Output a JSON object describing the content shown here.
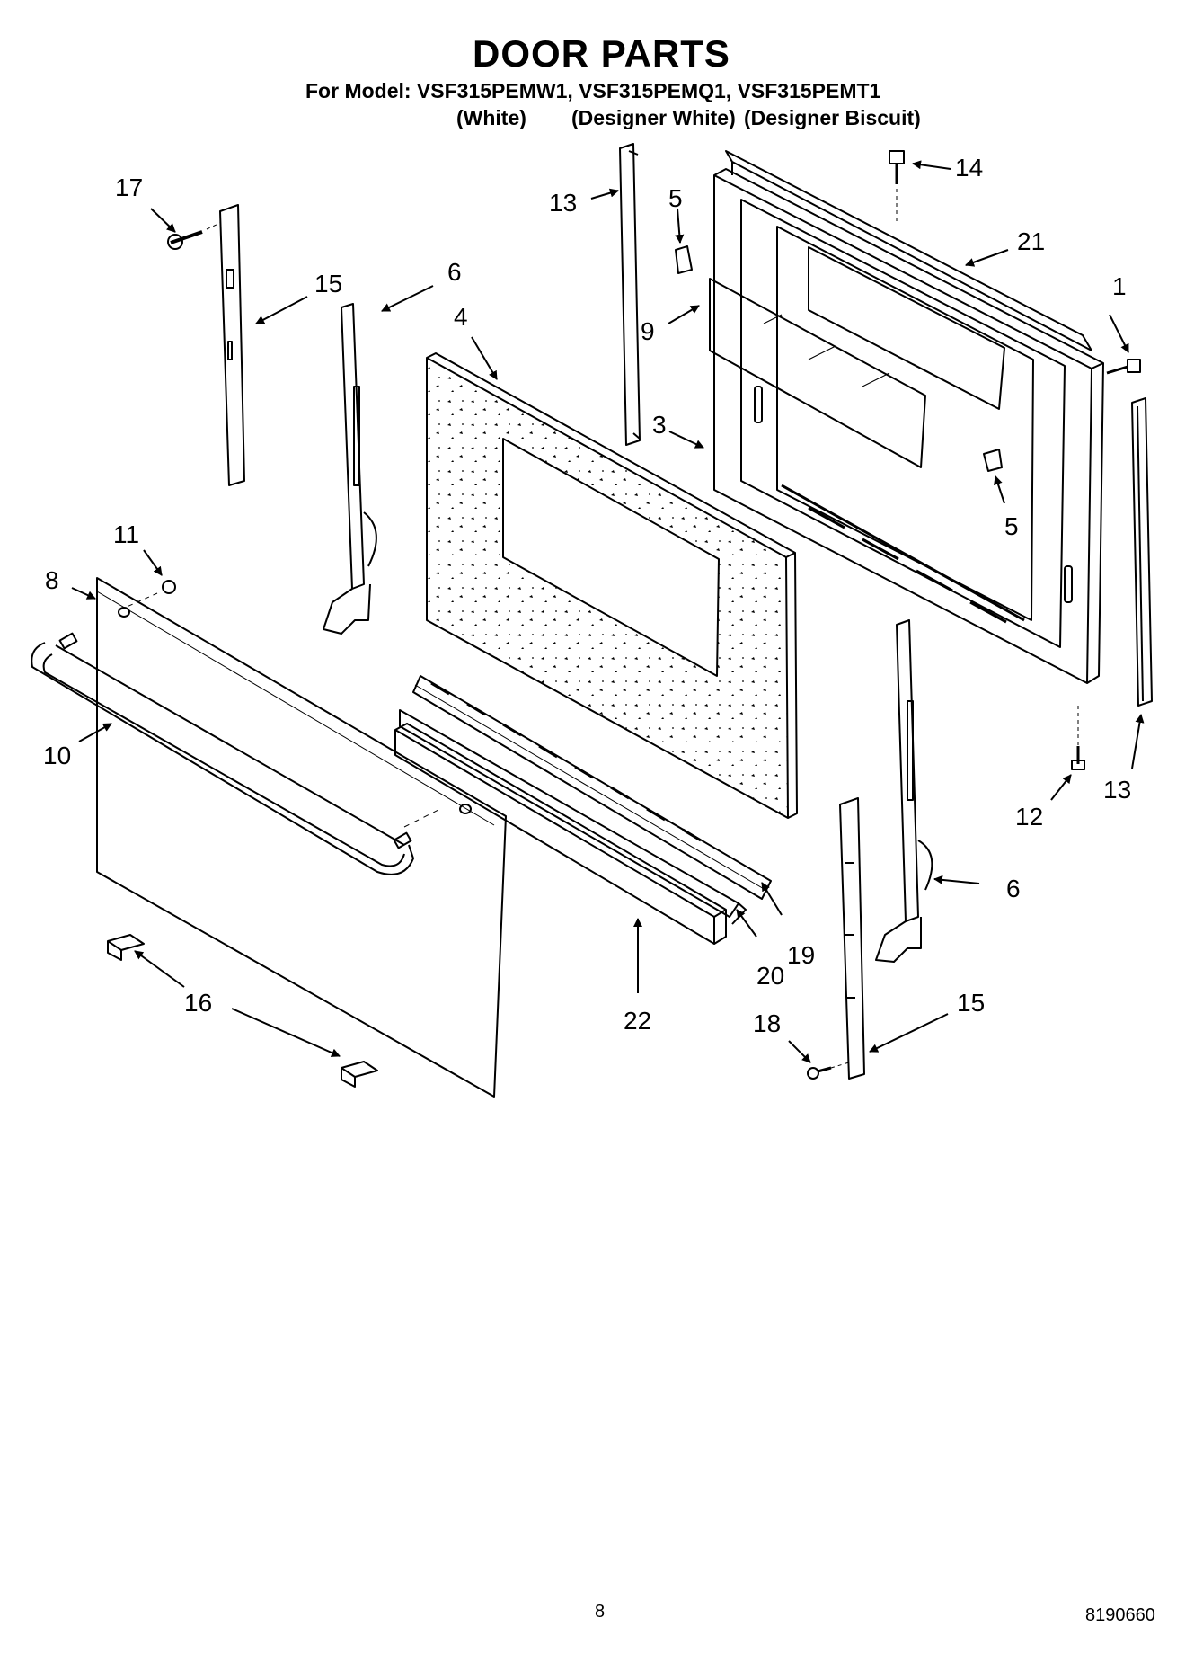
{
  "title": "DOOR PARTS",
  "model_line": "For Model: VSF315PEMW1, VSF315PEMQ1, VSF315PEMT1",
  "variants": [
    "(White)",
    "(Designer White)",
    "(Designer Biscuit)"
  ],
  "callouts": [
    "1",
    "3",
    "4",
    "5",
    "5",
    "6",
    "6",
    "8",
    "9",
    "10",
    "11",
    "12",
    "13",
    "13",
    "14",
    "15",
    "15",
    "16",
    "17",
    "18",
    "19",
    "20",
    "21",
    "22"
  ],
  "page_number": "8",
  "doc_number": "8190660"
}
